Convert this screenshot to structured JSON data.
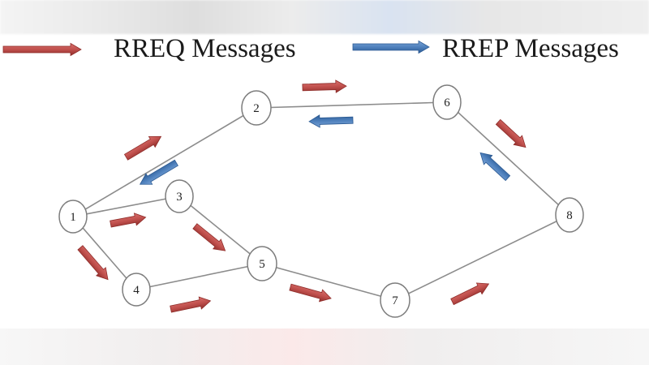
{
  "legend": {
    "rreq_label": "RREQ Messages",
    "rrep_label": "RREP Messages"
  },
  "colors": {
    "rreq": "#c0504d",
    "rreq_dark": "#8f2d2a",
    "rrep": "#4f81bd",
    "rrep_dark": "#2b5a93"
  },
  "nodes": [
    {
      "id": "1",
      "label": "1"
    },
    {
      "id": "2",
      "label": "2"
    },
    {
      "id": "3",
      "label": "3"
    },
    {
      "id": "4",
      "label": "4"
    },
    {
      "id": "5",
      "label": "5"
    },
    {
      "id": "6",
      "label": "6"
    },
    {
      "id": "7",
      "label": "7"
    },
    {
      "id": "8",
      "label": "8"
    }
  ],
  "edges": [
    {
      "from": "1",
      "to": "2"
    },
    {
      "from": "1",
      "to": "3"
    },
    {
      "from": "1",
      "to": "4"
    },
    {
      "from": "2",
      "to": "6"
    },
    {
      "from": "3",
      "to": "5"
    },
    {
      "from": "4",
      "to": "5"
    },
    {
      "from": "5",
      "to": "7"
    },
    {
      "from": "6",
      "to": "8"
    },
    {
      "from": "7",
      "to": "8"
    }
  ],
  "messages": [
    {
      "type": "rreq",
      "from": "1",
      "to": "2"
    },
    {
      "type": "rrep",
      "from": "2",
      "to": "1"
    },
    {
      "type": "rreq",
      "from": "2",
      "to": "6"
    },
    {
      "type": "rrep",
      "from": "6",
      "to": "2"
    },
    {
      "type": "rreq",
      "from": "6",
      "to": "8"
    },
    {
      "type": "rrep",
      "from": "8",
      "to": "6"
    },
    {
      "type": "rreq",
      "from": "1",
      "to": "3"
    },
    {
      "type": "rreq",
      "from": "1",
      "to": "4"
    },
    {
      "type": "rreq",
      "from": "3",
      "to": "5"
    },
    {
      "type": "rreq",
      "from": "4",
      "to": "5"
    },
    {
      "type": "rreq",
      "from": "5",
      "to": "7"
    },
    {
      "type": "rreq",
      "from": "7",
      "to": "8"
    }
  ]
}
